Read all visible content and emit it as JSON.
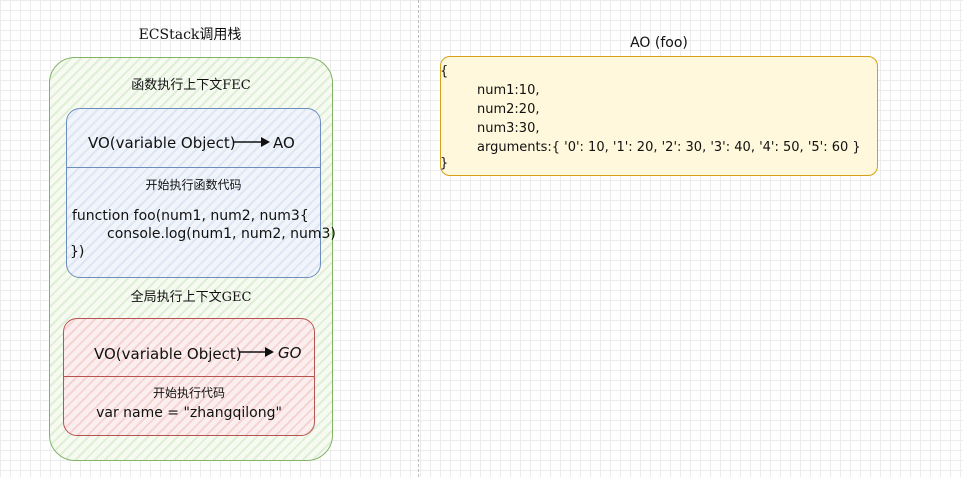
{
  "ecstack": {
    "title": "ECStack调用栈",
    "fec": {
      "label": "函数执行上下文FEC",
      "vo_label": "VO(variable Object)",
      "vo_target": "AO",
      "code_title": "开始执行函数代码",
      "code_lines": [
        "function foo(num1, num2, num3{",
        "console.log(num1, num2, num3)",
        "})"
      ]
    },
    "gec": {
      "label": "全局执行上下文GEC",
      "vo_label": "VO(variable Object)",
      "vo_target": "GO",
      "code_title": "开始执行代码",
      "code_line": "var name = \"zhangqilong\""
    }
  },
  "ao": {
    "title": "AO (foo)",
    "open_brace": "{",
    "lines": [
      "num1:10,",
      "num2:20,",
      "num3:30,",
      "arguments:{ '0': 10, '1': 20, '2': 30, '3': 40, '4': 50, '5': 60 }"
    ],
    "close_brace": "}"
  },
  "colors": {
    "ecstack_border": "#82b366",
    "fec_border": "#6c8ebf",
    "gec_border": "#b85450",
    "ao_border": "#d6a019"
  }
}
